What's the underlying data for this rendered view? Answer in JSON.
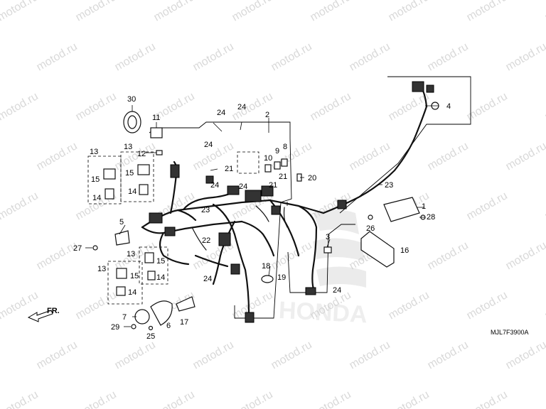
{
  "watermark": {
    "text": "motod.ru",
    "color": "#d9d9d9"
  },
  "diagram_code": "MJL7F3900A",
  "direction_label": "FR.",
  "logo_text": "HONDA",
  "callouts": {
    "c30": "30",
    "c11": "11",
    "c13a": "13",
    "c13b": "13",
    "c12": "12",
    "c15a": "15",
    "c15b": "15",
    "c14a": "14",
    "c14b": "14",
    "c24a": "24",
    "c24b": "24",
    "c2": "2",
    "c24c": "24",
    "c21a": "21",
    "c10": "10",
    "c9": "9",
    "c8": "8",
    "c21b": "21",
    "c20": "20",
    "c24d": "24",
    "c24e": "24",
    "c21c": "21",
    "c23a": "23",
    "c23b": "23",
    "c4": "4",
    "c1": "1",
    "c28": "28",
    "c26": "26",
    "c5": "5",
    "c27": "27",
    "c22": "22",
    "c3": "3",
    "c16": "16",
    "c13c": "13",
    "c15c": "15",
    "c13d": "13",
    "c15d": "15",
    "c14c": "14",
    "c14d": "14",
    "c24f": "24",
    "c18": "18",
    "c19": "19",
    "c24g": "24",
    "c7": "7",
    "c29": "29",
    "c25": "25",
    "c6": "6",
    "c17": "17"
  }
}
